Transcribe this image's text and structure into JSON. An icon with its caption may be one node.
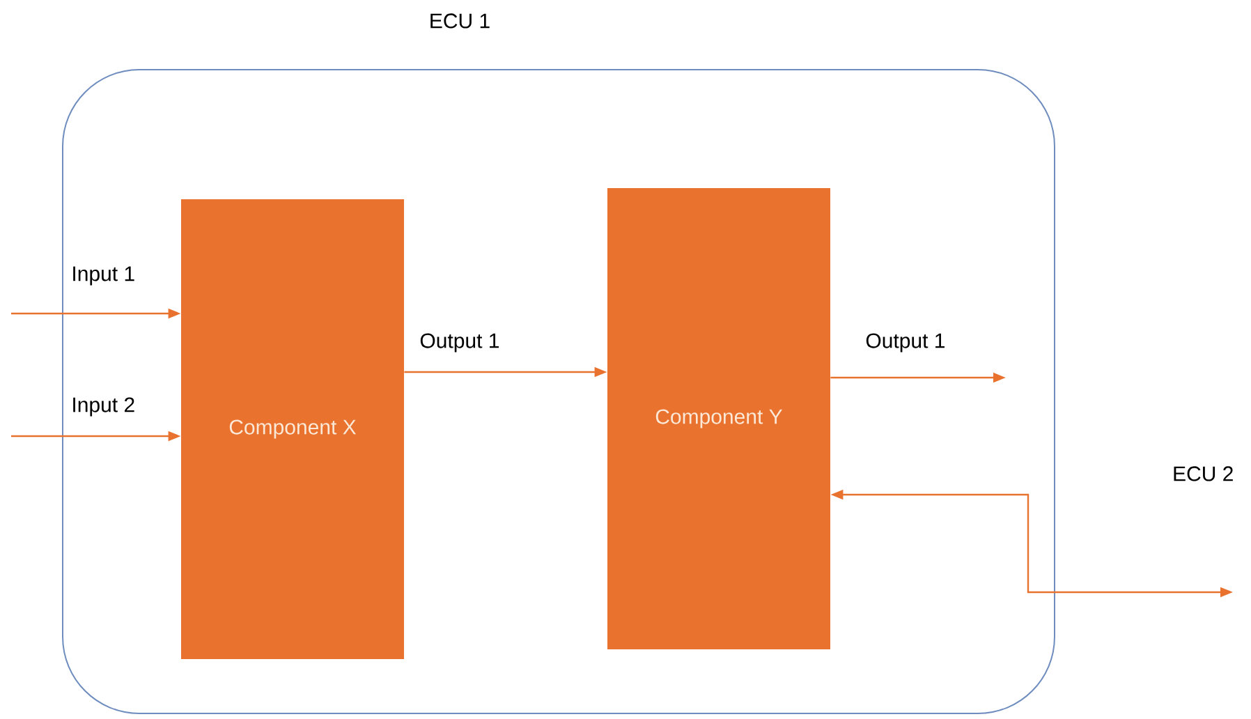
{
  "diagram": {
    "nodes": [
      {
        "text": [
          "ECU 1"
        ]
      },
      {
        "text": [
          "Component X"
        ],
        "in": 0
      },
      {
        "text": [
          "Component Y"
        ],
        "in": 0
      }
    ],
    "edges": [
      {
        "from": null,
        "to": 1,
        "arrow": "to",
        "label": "Input 1"
      },
      {
        "from": null,
        "to": 1,
        "arrow": "to",
        "label": "Input 2"
      },
      {
        "from": 1,
        "to": 2,
        "arrow": "to",
        "label": "Output 1"
      },
      {
        "from": 2,
        "to": null,
        "arrow": "to",
        "label": "Output 1"
      },
      {
        "from": 2,
        "to": null,
        "arrow": "both"
      }
    ],
    "labels": [
      "ECU 2"
    ]
  }
}
